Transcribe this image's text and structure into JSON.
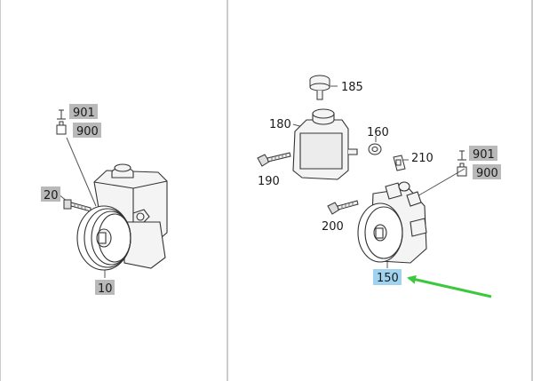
{
  "colors": {
    "tag_background": "#b9b9b9",
    "highlight_background": "#9fd3ef",
    "arrow": "#3cc83c",
    "line": "#555555",
    "divider": "#9a9a9a"
  },
  "left_panel": {
    "callouts": {
      "c901": "901",
      "c900": "900",
      "c20": "20",
      "c10": "10"
    },
    "icons": [
      "torque-wrench-icon",
      "tool-icon"
    ]
  },
  "right_panel": {
    "callouts": {
      "c185": "185",
      "c180": "180",
      "c160": "160",
      "c210": "210",
      "c190": "190",
      "c200": "200",
      "c901": "901",
      "c900": "900",
      "c150": "150"
    },
    "highlighted": "150",
    "icons": [
      "torque-wrench-icon",
      "tool-icon",
      "green-arrow-icon"
    ]
  }
}
